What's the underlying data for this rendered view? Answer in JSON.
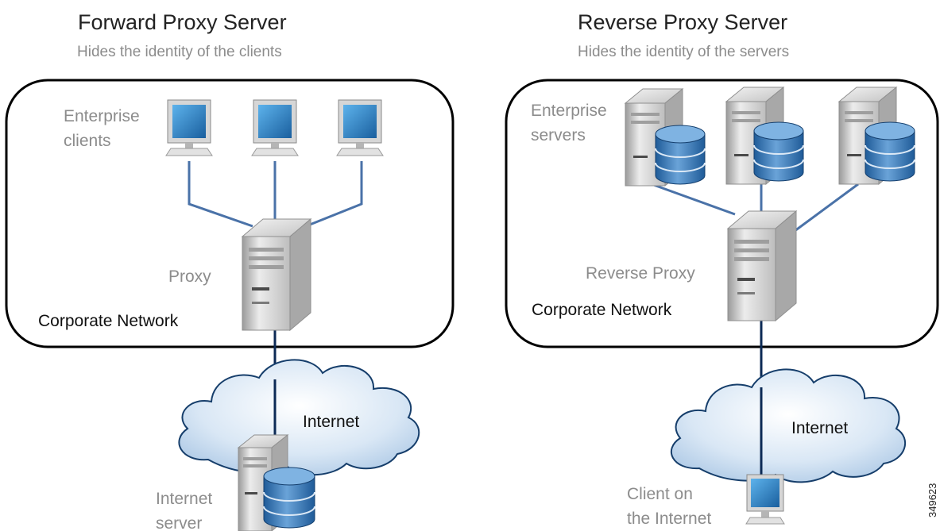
{
  "forward": {
    "title": "Forward Proxy Server",
    "subtitle": "Hides the identity of the clients",
    "clients_label": [
      "Enterprise",
      "clients"
    ],
    "proxy_label": "Proxy",
    "network_label": "Corporate Network",
    "internet_label": "Internet",
    "server_label": [
      "Internet",
      "server"
    ]
  },
  "reverse": {
    "title": "Reverse Proxy Server",
    "subtitle": "Hides the identity of the servers",
    "servers_label": [
      "Enterprise",
      "servers"
    ],
    "proxy_label": "Reverse Proxy",
    "network_label": "Corporate Network",
    "internet_label": "Internet",
    "client_label": [
      "Client on",
      "the Internet"
    ]
  },
  "figure_id": "349623",
  "colors": {
    "link_line": "#4a72a8",
    "uplink_line": "#0c2a55",
    "cloud_fill": "#c9dcef",
    "monitor_screen": "#2a7fc4",
    "database": "#2f6fb0"
  },
  "icons": [
    "monitor-icon",
    "tower-server-icon",
    "database-icon",
    "cloud-icon"
  ]
}
